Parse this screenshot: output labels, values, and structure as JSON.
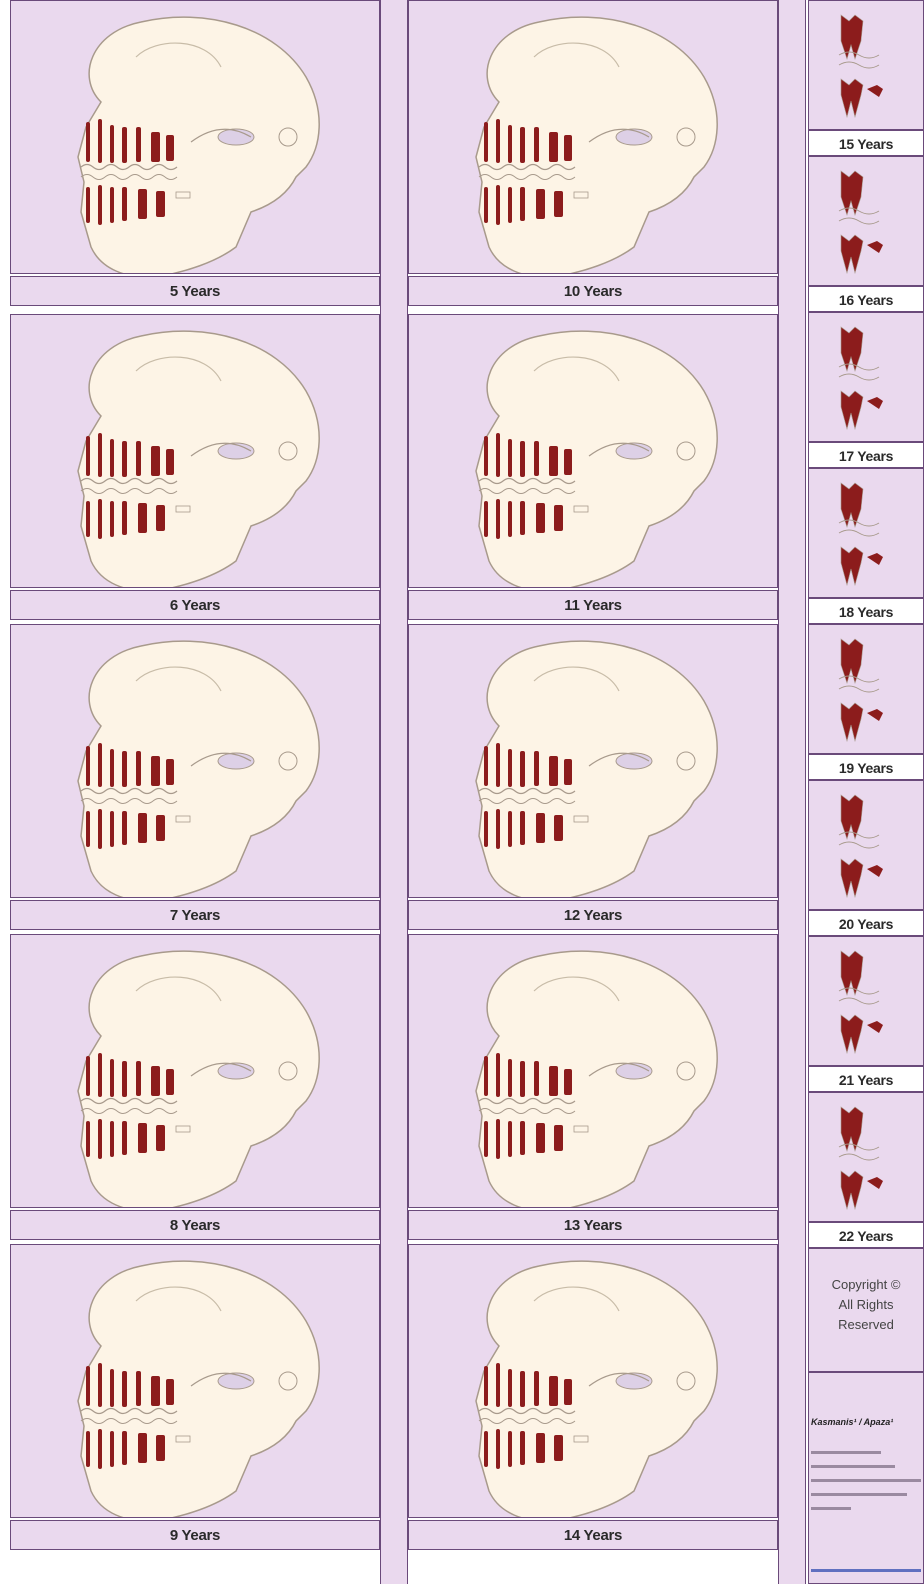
{
  "left_column": [
    "5 Years",
    "6 Years",
    "7 Years",
    "8 Years",
    "9 Years"
  ],
  "middle_column": [
    "10 Years",
    "11 Years",
    "12 Years",
    "13 Years",
    "14 Years"
  ],
  "right_column": [
    "15 Years",
    "16 Years",
    "17 Years",
    "18 Years",
    "19 Years",
    "20 Years",
    "21 Years",
    "22 Years"
  ],
  "copyright": {
    "line1": "Copyright ©",
    "line2": "All Rights",
    "line3": "Reserved"
  },
  "credits": {
    "title": "Kasmanis¹ / Apaza¹"
  },
  "colors": {
    "panel": "#ead9ee",
    "bone": "#fdf4e6",
    "outline": "#a89a8c",
    "tooth": "#8c1c1c",
    "crown": "#e8d8c0"
  }
}
